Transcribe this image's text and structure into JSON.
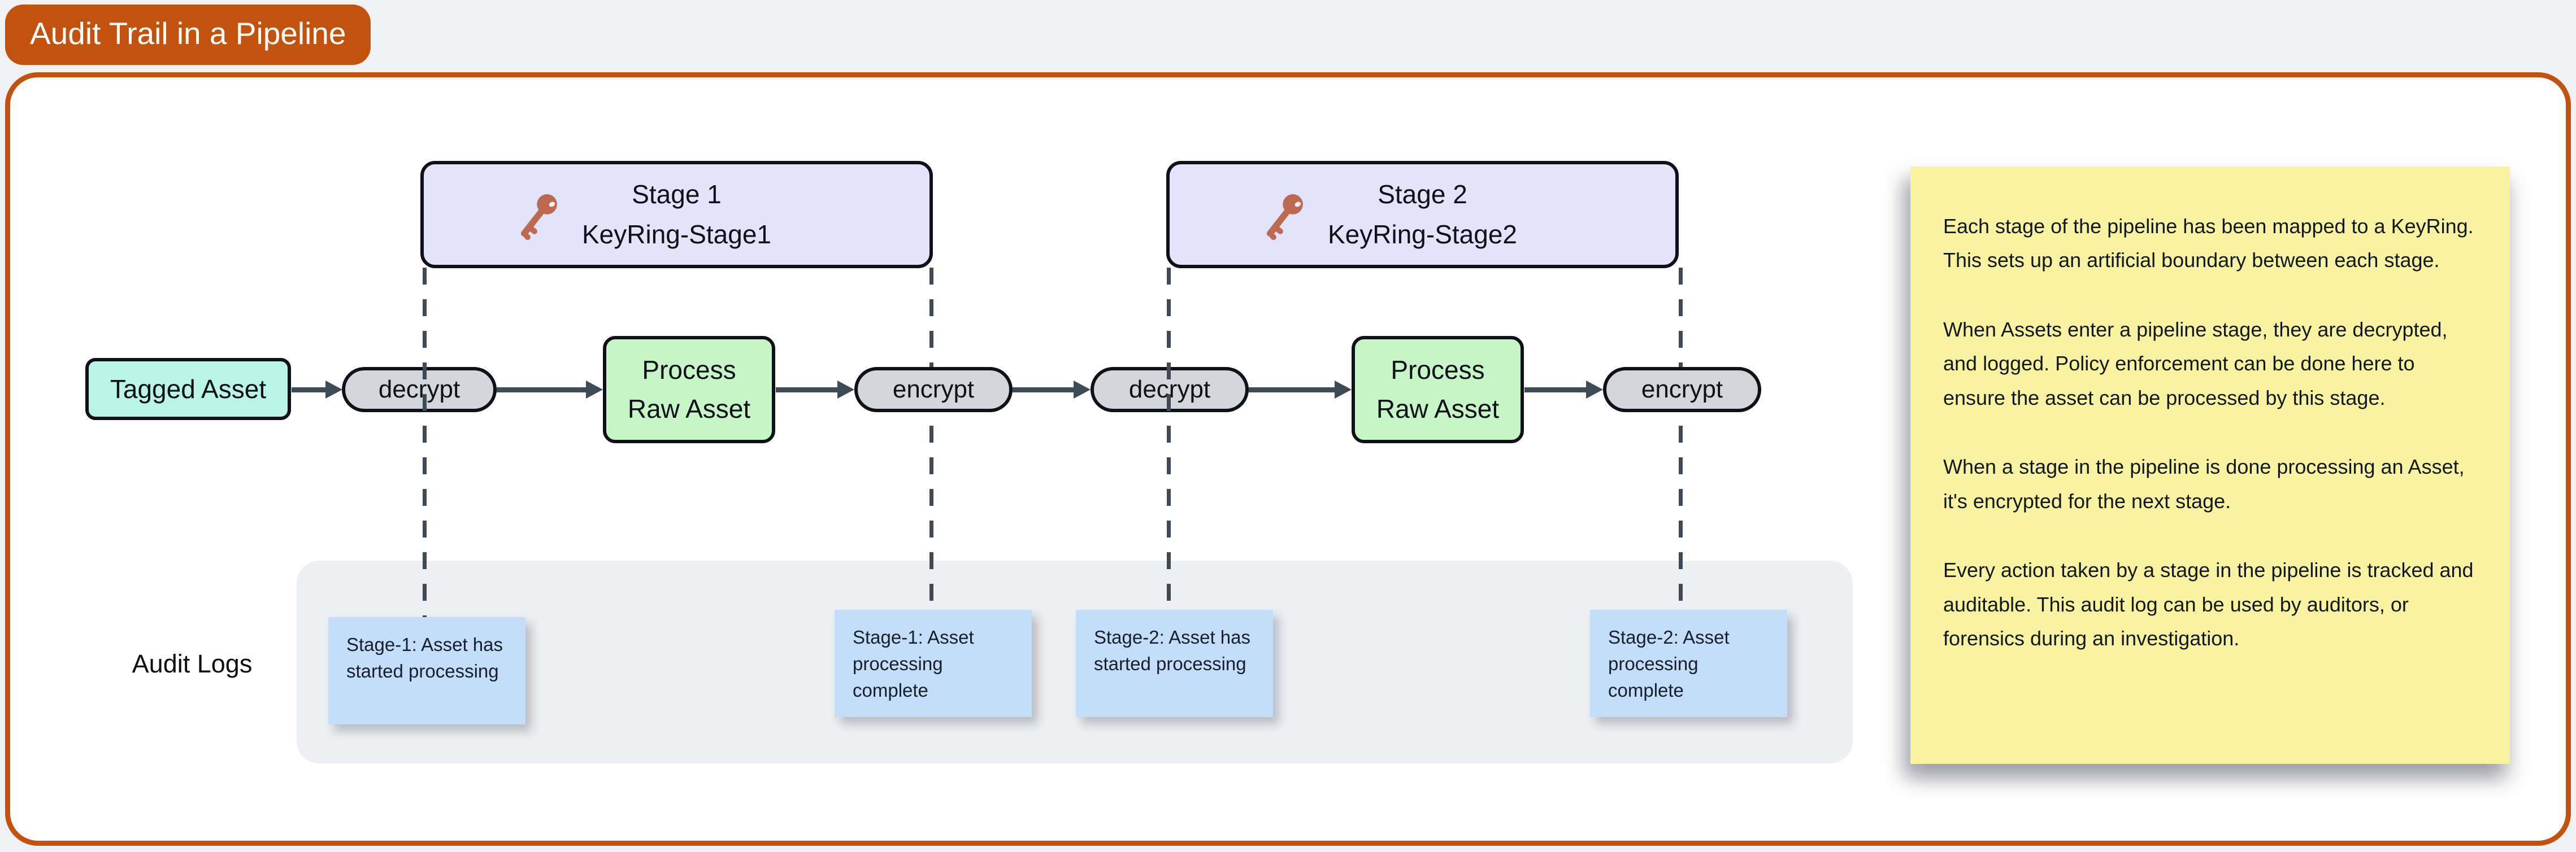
{
  "title": "Audit Trail in a Pipeline",
  "colors": {
    "accent_orange": "#C2520E",
    "canvas_bg": "#F0F1F4",
    "panel_bg": "#FFFFFF",
    "stage_fill": "#E4E3FC",
    "asset_fill": "#B9F4E6",
    "process_fill": "#C6F6C5",
    "operation_fill": "#D3D6DB",
    "connector": "#3E4A55",
    "node_border": "#101018",
    "audit_band_fill": "#EDEFF2",
    "audit_note_fill": "#C4DDF8",
    "side_note_fill": "#F8F2A1",
    "key_icon_color": "#BD6A52"
  },
  "stages": [
    {
      "name": "Stage 1",
      "keyring": "KeyRing-Stage1"
    },
    {
      "name": "Stage 2",
      "keyring": "KeyRing-Stage2"
    }
  ],
  "pipeline": {
    "source": "Tagged Asset",
    "stage1_decrypt": "decrypt",
    "stage1_process": "Process\nRaw Asset",
    "stage1_encrypt": "encrypt",
    "stage2_decrypt": "decrypt",
    "stage2_process": "Process\nRaw Asset",
    "stage2_encrypt": "encrypt"
  },
  "audit": {
    "label": "Audit Logs",
    "logs": [
      "Stage-1: Asset has started processing",
      "Stage-1: Asset processing complete",
      "Stage-2: Asset has started processing",
      "Stage-2: Asset processing complete"
    ]
  },
  "side_note": {
    "paragraphs": [
      "Each stage of the pipeline has been mapped to a KeyRing. This sets up an artificial boundary between each stage.",
      "When Assets enter a pipeline stage, they are decrypted, and logged. Policy enforcement can be done here to ensure the asset can be processed by this stage.",
      "When a stage in the pipeline is done processing an Asset, it's encrypted for the next stage.",
      "Every action taken by a stage in the pipeline is tracked and auditable. This audit log can be used by auditors, or forensics during an investigation."
    ]
  }
}
